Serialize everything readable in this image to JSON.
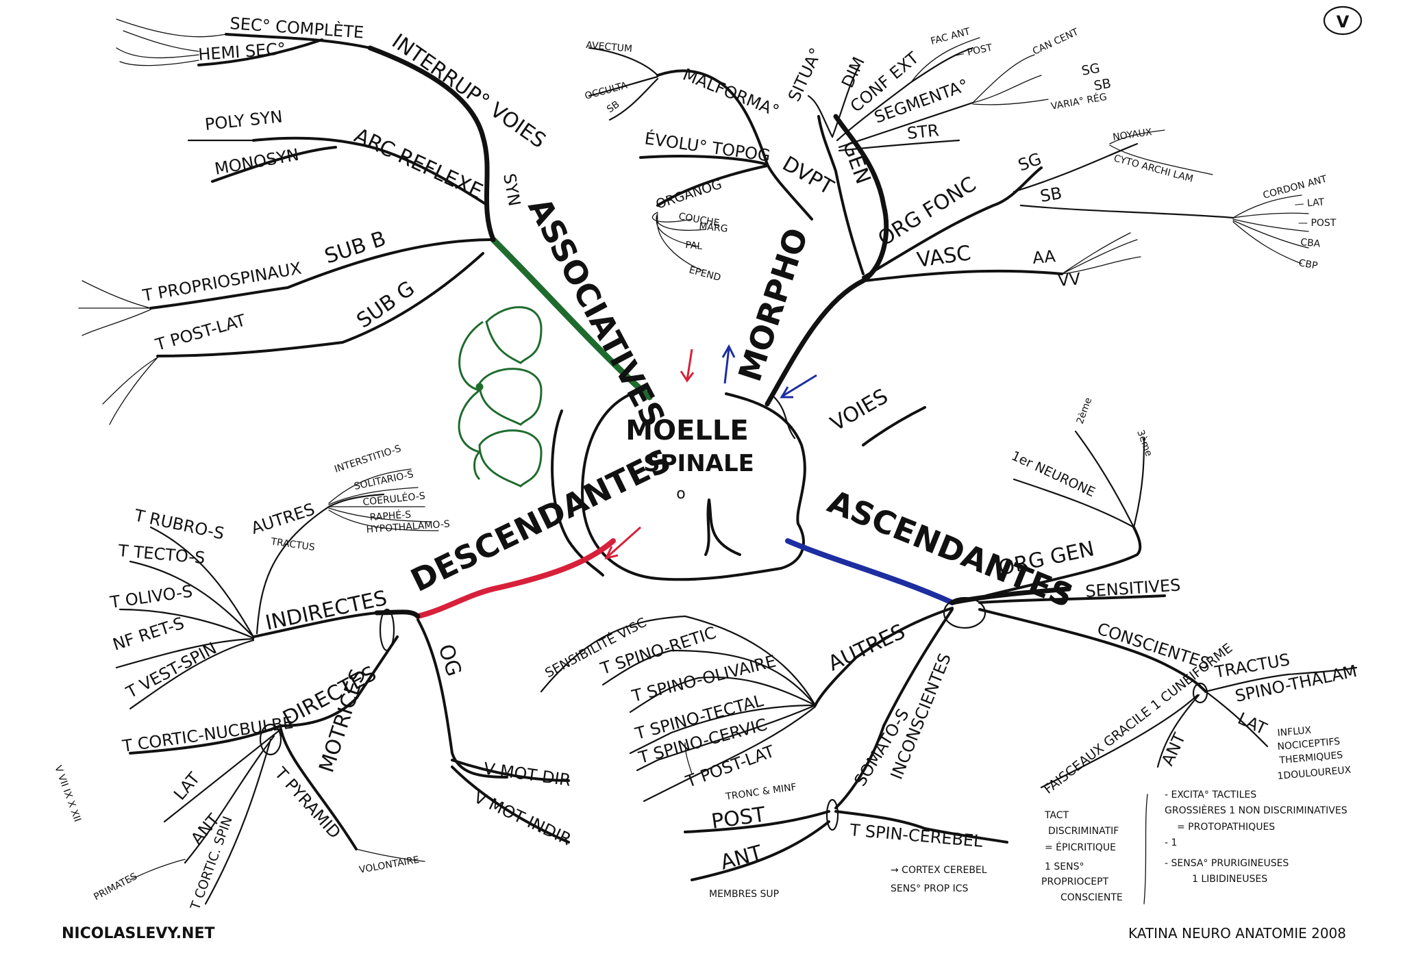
{
  "page_number": "V",
  "center": {
    "line1": "MOELLE",
    "line2": "SPINALE",
    "mark": "o"
  },
  "branches": {
    "associatives": {
      "label": "ASSOCIATIVES",
      "color": "#1f6b2e",
      "interrup": {
        "label": "INTERRUP° VOIES",
        "sub": "SYN",
        "items": [
          "SEC° COMPLÈTE",
          "HEMI SEC°"
        ]
      },
      "arc": {
        "label": "ARC REFLEXE",
        "items": [
          "POLY SYN",
          "MONOSYN"
        ]
      },
      "subb": {
        "label": "SUB B",
        "items": [
          "T PROPRIOSPINAUX"
        ]
      },
      "subg": {
        "label": "SUB G",
        "items": [
          "T POST-LAT"
        ]
      }
    },
    "morpho": {
      "label": "MORPHO",
      "dvpt": {
        "label": "DVPT",
        "malforma": {
          "label": "MALFORMA°",
          "items": [
            "AVECTUM",
            "OCCULTA",
            "SB"
          ]
        },
        "evol": {
          "label": "ÉVOLU° TOPOG"
        },
        "organog": {
          "label": "ORGANOG",
          "items": [
            "COUCHE",
            "MARG",
            "PAL",
            "EPEND"
          ]
        }
      },
      "gen": {
        "label": "GÉN",
        "situa": "SITUA°",
        "dim": "DIM",
        "conf": {
          "label": "CONF EXT",
          "items": [
            "FAC ANT",
            "— POST"
          ]
        },
        "segmenta": {
          "label": "SEGMENTA°",
          "items": [
            "CAN CENT",
            "SG",
            "SB",
            "VARIA° RÉG"
          ]
        },
        "str": "STR"
      },
      "orgfonc": {
        "label": "ORG FONC",
        "sg": {
          "label": "SG",
          "items": [
            "NOYAUX",
            "CYTO ARCHI LAM"
          ]
        },
        "sb": {
          "label": "SB",
          "items": [
            "CORDON ANT",
            "— LAT",
            "— POST",
            "CBA",
            "CBP"
          ]
        }
      },
      "vasc": {
        "label": "VASC",
        "aa": "AA",
        "vv": "VV"
      }
    },
    "descendantes": {
      "label": "DESCENDANTES",
      "color": "#d8203a",
      "og": "OG",
      "v_mot": [
        "V MOT DIR",
        "V MOT INDIR"
      ],
      "indirectes": {
        "label": "INDIRECTES",
        "items": [
          "T RUBRO-S",
          "T TECTO-S",
          "T OLIVO-S",
          "NF RET-S",
          "T VEST-SPIN"
        ],
        "autres": {
          "label": "AUTRES",
          "items": [
            "INTERSTITIO-S",
            "SOLITARIO-S",
            "COERULÉO-S",
            "RAPHÉ-S",
            "HYPOTHALAMO-S"
          ],
          "note": "TRACTUS"
        }
      },
      "motrices": "MOTRICES",
      "directes": {
        "label": "DIRECTES",
        "t_cortic": "T CORTIC-NUCBULBE",
        "nerves": "V VII IX X XII",
        "t_pyramid": "T PYRAMID",
        "volontaire": "VOLONTAIRE",
        "lat": "LAT",
        "ant": "ANT",
        "t_cortic_spin": "T CORTIC. SPIN",
        "primates": "PRIMATES"
      }
    },
    "voies": {
      "label": "VOIES"
    },
    "ascendantes": {
      "label": "ASCENDANTES",
      "color": "#1c2ea0",
      "orggen": {
        "label": "ORG GEN",
        "items": [
          "1er NEURONE",
          "2ème",
          "3ème"
        ]
      },
      "sensitives": "SENSITIVES",
      "conscientes": {
        "label": "CONSCIENTES",
        "spinothalam": {
          "label": "SPINO-THALAM",
          "tractus": "TRACTUS"
        },
        "lat": {
          "label": "LAT",
          "items": [
            "INFLUX",
            "NOCICEPTIFS",
            "THERMIQUES",
            "1DOULOUREUX"
          ]
        },
        "ant": "ANT",
        "faisceaux": "FAISCEAUX GRACILE 1 CUNÉIFORME",
        "notes_left": [
          "TACT",
          "DISCRIMINATIF",
          "= ÉPICRITIQUE",
          "1 SENS°",
          "PROPRIOCEPT",
          "CONSCIENTE"
        ],
        "notes_right": [
          "- EXCITA° TACTILES",
          "GROSSIÈRES 1 NON DISCRIMINATIVES",
          "= PROTOPATHIQUES",
          "- 1",
          "- SENSA° PRURIGINEUSES",
          "1 LIBIDINEUSES"
        ]
      },
      "inconscientes": "INCONSCIENTES",
      "somato": {
        "label": "SOMATO-S",
        "t_spin": "T SPIN-CEREBEL",
        "notes": [
          "→ CORTEX CEREBEL",
          "SENS° PROP ICS"
        ]
      },
      "post": {
        "label": "POST",
        "note": "TRONC & MINF"
      },
      "ant": {
        "label": "ANT",
        "note": "MEMBRES SUP"
      },
      "autres": {
        "label": "AUTRES",
        "items": [
          "SENSIBILITÉ VISC",
          "T SPINO-RETIC",
          "T SPINO-OLIVAIRE",
          "T SPINO-TECTAL",
          "T SPINO-CERVIC",
          "T POST-LAT"
        ]
      }
    }
  },
  "footer": {
    "left": "NICOLASLEVY.NET",
    "right": "KATINA NEURO ANATOMIE 2008"
  }
}
